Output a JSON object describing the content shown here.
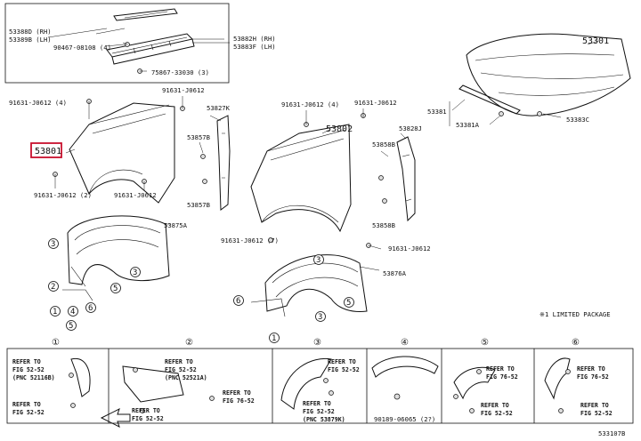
{
  "parts": {
    "p53388d": "53388D (RH)",
    "p53389b": "53389B (LH)",
    "p90467": "90467-08108 (4)",
    "p75867": "75867-33030 (3)",
    "p53882h": "53882H (RH)",
    "p53883f": "53883F (LH)",
    "p53301": "53301",
    "p53381": "53381",
    "p53381a": "53381A",
    "p53383c": "53383C",
    "p91631_4a": "91631-J0612 (4)",
    "p91631_top": "91631-J0612",
    "p53801": "53801",
    "p91631_2a": "91631-J0612 (2)",
    "p91631_b": "91631-J0612",
    "p53827k": "53827K",
    "p53857b_a": "53857B",
    "p53857b_b": "53857B",
    "p91631_4b": "91631-J0612 (4)",
    "p91631_c": "91631-J0612",
    "p53802": "53802",
    "p53828j": "53828J",
    "p53858b_a": "53858B",
    "p53858b_b": "53858B",
    "p53875a": "53875A",
    "p91631_7": "91631-J0612 (7)",
    "p91631_d": "91631-J0612",
    "p53876a": "53876A",
    "limited_note": "※1 LIMITED PACKAGE",
    "p90189": "90189-06065 (2?)",
    "drawing_code": "533107B"
  },
  "callouts": [
    "3",
    "1",
    "2",
    "4",
    "5",
    "6",
    "5",
    "3",
    "6",
    "3",
    "5",
    "1",
    "3"
  ],
  "detail_panels": [
    {
      "num": "①",
      "ref1": [
        "REFER TO",
        "FIG 52-52",
        "(PNC 52116B)"
      ],
      "ref2": [
        "REFER TO",
        "FIG 52-52"
      ]
    },
    {
      "num": "②",
      "ref1": [
        "REFER TO",
        "FIG 52-52",
        "(PNC 52521A)"
      ],
      "ref2": [
        "REFER TO",
        "FIG 76-52"
      ],
      "ref3": [
        "REFER TO",
        "FIG 52-52"
      ]
    },
    {
      "num": "③",
      "ref1": [
        "REFER TO",
        "FIG 52-52"
      ],
      "ref2": [
        "REFER TO",
        "FIG 52-52",
        "(PNC 53879K)"
      ]
    },
    {
      "num": "④",
      "ref1": []
    },
    {
      "num": "⑤",
      "ref1": [
        "REFER TO",
        "FIG 76-52"
      ],
      "ref2": [
        "REFER TO",
        "FIG 52-52"
      ]
    },
    {
      "num": "⑥",
      "ref1": [
        "REFER TO",
        "FIG 76-52"
      ],
      "ref2": [
        "REFER TO",
        "FIG 52-52"
      ]
    }
  ]
}
